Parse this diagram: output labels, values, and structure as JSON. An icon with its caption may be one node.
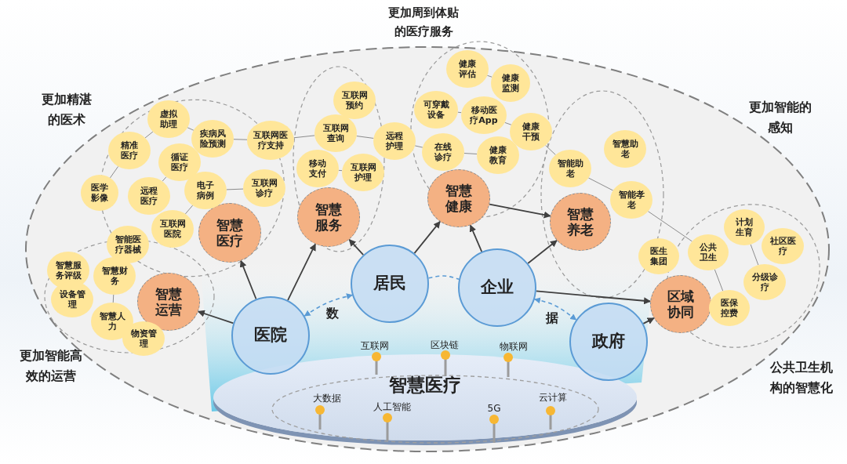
{
  "diagram": {
    "nodes": [
      {
        "text": [
          "智慧医疗"
        ]
      },
      {
        "text": [
          "智慧服务"
        ]
      },
      {
        "text": [
          "智慧健康"
        ]
      },
      {
        "text": [
          "智慧养老"
        ]
      },
      {
        "text": [
          "智慧运营"
        ]
      },
      {
        "text": [
          "区域协同"
        ]
      },
      {
        "text": [
          "医院"
        ]
      },
      {
        "text": [
          "居民"
        ]
      },
      {
        "text": [
          "企业"
        ]
      },
      {
        "text": [
          "政府"
        ]
      },
      {
        "text": [
          "智慧医疗"
        ]
      },
      {
        "text": [
          "虚拟助理"
        ]
      },
      {
        "text": [
          "精准医疗"
        ]
      },
      {
        "text": [
          "疾病风险预测"
        ]
      },
      {
        "text": [
          "互联网医疗支持"
        ]
      },
      {
        "text": [
          "循证医疗"
        ]
      },
      {
        "text": [
          "医学影像"
        ]
      },
      {
        "text": [
          "远程医疗"
        ]
      },
      {
        "text": [
          "电子病例"
        ]
      },
      {
        "text": [
          "互联网诊疗"
        ]
      },
      {
        "text": [
          "互联网医院"
        ]
      },
      {
        "text": [
          "智能医疗器械"
        ]
      },
      {
        "text": [
          "智慧服务评级"
        ]
      },
      {
        "text": [
          "智慧财务"
        ]
      },
      {
        "text": [
          "设备管理"
        ]
      },
      {
        "text": [
          "智慧人力"
        ]
      },
      {
        "text": [
          "物资管理"
        ]
      },
      {
        "text": [
          "互联网预约"
        ]
      },
      {
        "text": [
          "互联网查询"
        ]
      },
      {
        "text": [
          "移动支付"
        ]
      },
      {
        "text": [
          "互联网护理"
        ]
      },
      {
        "text": [
          "远程护理"
        ]
      },
      {
        "text": [
          "健康评估"
        ]
      },
      {
        "text": [
          "健康监测"
        ]
      },
      {
        "text": [
          "可穿戴设备"
        ]
      },
      {
        "text": [
          "移动医疗App"
        ]
      },
      {
        "text": [
          "健康干预"
        ]
      },
      {
        "text": [
          "在线诊疗"
        ]
      },
      {
        "text": [
          "健康教育"
        ]
      },
      {
        "text": [
          "智慧助老"
        ]
      },
      {
        "text": [
          "智能助老"
        ]
      },
      {
        "text": [
          "智能孝老"
        ]
      },
      {
        "text": [
          "医生集团"
        ]
      },
      {
        "text": [
          "公共卫生"
        ]
      },
      {
        "text": [
          "计划生育"
        ]
      },
      {
        "text": [
          "社区医疗"
        ]
      },
      {
        "text": [
          "分级诊疗"
        ]
      },
      {
        "text": [
          "医保控费"
        ]
      }
    ],
    "edges": [
      {
        "from": 6,
        "to": 0,
        "arrow": "to",
        "color": "#404040"
      },
      {
        "from": 6,
        "to": 1,
        "arrow": "to",
        "color": "#404040"
      },
      {
        "from": 6,
        "to": 4,
        "arrow": "to",
        "color": "#404040"
      },
      {
        "from": 7,
        "to": 1,
        "arrow": "to",
        "color": "#404040"
      },
      {
        "from": 7,
        "to": 2,
        "arrow": "to",
        "color": "#404040"
      },
      {
        "from": 8,
        "to": 2,
        "arrow": "to",
        "color": "#404040"
      },
      {
        "from": 2,
        "to": 3,
        "arrow": "to",
        "color": "#404040"
      },
      {
        "from": 8,
        "to": 3,
        "arrow": "to",
        "color": "#404040"
      },
      {
        "from": 8,
        "to": 5,
        "arrow": "to",
        "color": "#404040"
      },
      {
        "from": 9,
        "to": 5,
        "arrow": "to",
        "color": "#404040"
      },
      {
        "from": 6,
        "to": 7,
        "arrow": "both",
        "label": "数",
        "style": "dashed",
        "color": "#5b9bd5"
      },
      {
        "from": 7,
        "to": 8,
        "arrow": "none",
        "style": "dashed",
        "color": "#5b9bd5"
      },
      {
        "from": 8,
        "to": 9,
        "arrow": "both",
        "label": "据",
        "style": "dashed",
        "color": "#5b9bd5"
      },
      {
        "from": 11,
        "to": 12,
        "arrow": "none"
      },
      {
        "from": 11,
        "to": 13,
        "arrow": "none"
      },
      {
        "from": 13,
        "to": 14,
        "arrow": "none"
      },
      {
        "from": 12,
        "to": 16,
        "arrow": "none"
      },
      {
        "from": 15,
        "to": 17,
        "arrow": "none"
      },
      {
        "from": 18,
        "to": 20,
        "arrow": "none"
      },
      {
        "from": 18,
        "to": 19,
        "arrow": "none"
      },
      {
        "from": 14,
        "to": 28,
        "arrow": "none"
      },
      {
        "from": 28,
        "to": 31,
        "arrow": "none"
      },
      {
        "from": 29,
        "to": 30,
        "arrow": "none"
      },
      {
        "from": 31,
        "to": 37,
        "arrow": "none"
      },
      {
        "from": 34,
        "to": 35,
        "arrow": "none"
      },
      {
        "from": 32,
        "to": 33,
        "arrow": "none"
      },
      {
        "from": 37,
        "to": 38,
        "arrow": "none"
      },
      {
        "from": 35,
        "to": 36,
        "arrow": "none"
      },
      {
        "from": 36,
        "to": 40,
        "arrow": "none"
      },
      {
        "from": 40,
        "to": 41,
        "arrow": "none"
      },
      {
        "from": 41,
        "to": 43,
        "arrow": "none"
      },
      {
        "from": 43,
        "to": 47,
        "arrow": "none"
      },
      {
        "from": 44,
        "to": 46,
        "arrow": "none"
      },
      {
        "from": 23,
        "to": 25,
        "arrow": "none"
      }
    ],
    "labels": [
      "更加周到体贴的医疗服务",
      "更加精湛的医术",
      "更加智能的感知",
      "更加智能高效的运营",
      "公共卫生机构的智慧化",
      "互联网",
      "区块链",
      "物联网",
      "大数据",
      "人工智能",
      "5G",
      "云计算"
    ]
  }
}
